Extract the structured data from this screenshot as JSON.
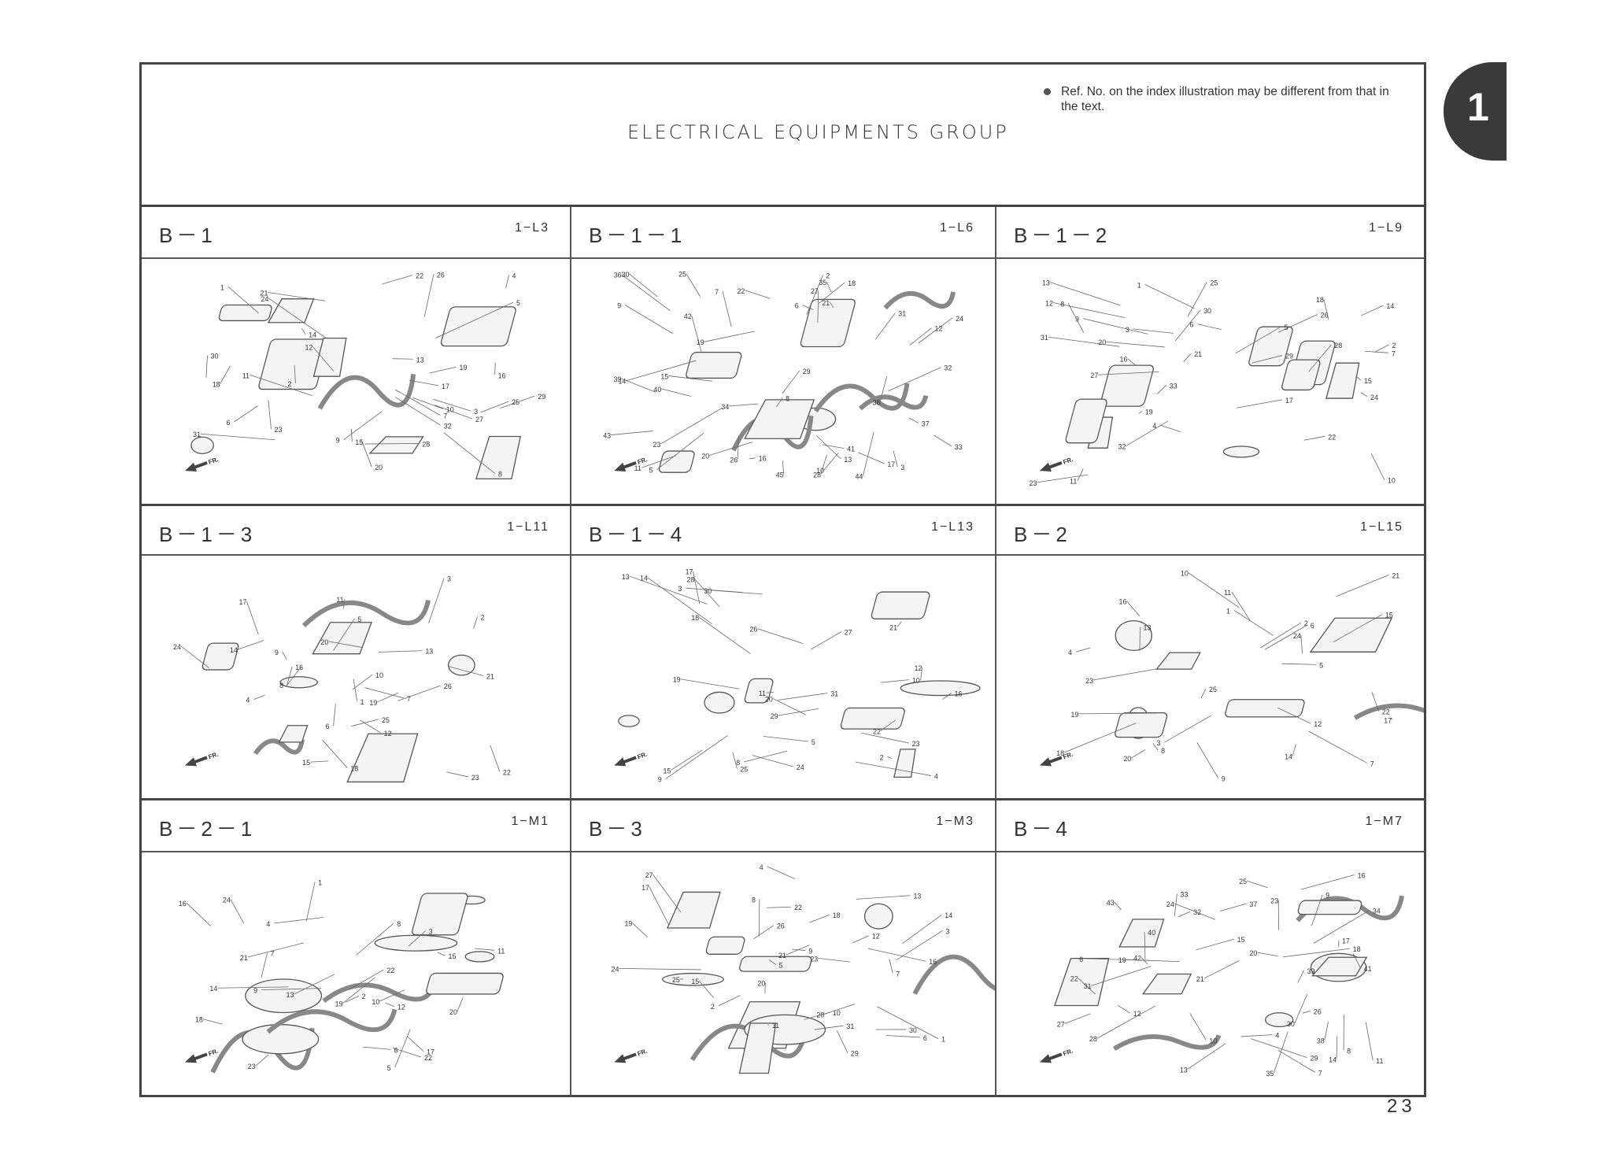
{
  "header": {
    "title": "ELECTRICAL EQUIPMENTS GROUP",
    "note": "Ref. No. on the index illustration may be different from that in the text."
  },
  "section_tab": "1",
  "page_number": "23",
  "front_marker": "FR.",
  "panels": [
    {
      "code": "B－1",
      "ref": "1−L3",
      "callouts": [
        "25",
        "22",
        "21",
        "10",
        "18",
        "24",
        "19",
        "20",
        "28",
        "12",
        "2",
        "16",
        "27",
        "7",
        "11",
        "15",
        "6",
        "5",
        "26",
        "8",
        "9",
        "3",
        "23",
        "31",
        "1",
        "13",
        "30",
        "29",
        "14",
        "4",
        "17",
        "32"
      ]
    },
    {
      "code": "B－1－1",
      "ref": "1−L6",
      "callouts": [
        "5",
        "36",
        "2",
        "13",
        "14",
        "40",
        "33",
        "32",
        "34",
        "22",
        "9",
        "8",
        "25",
        "44",
        "43",
        "3",
        "42",
        "15",
        "6",
        "24",
        "7",
        "18",
        "19",
        "17",
        "10",
        "16",
        "12",
        "21",
        "31",
        "39",
        "30",
        "38",
        "45",
        "20",
        "29",
        "28",
        "35",
        "27",
        "41",
        "26",
        "23",
        "11",
        "37"
      ]
    },
    {
      "code": "B－1－2",
      "ref": "1−L9",
      "callouts": [
        "3",
        "27",
        "2",
        "16",
        "23",
        "24",
        "11",
        "25",
        "14",
        "20",
        "10",
        "21",
        "22",
        "18",
        "17",
        "19",
        "32",
        "12",
        "31",
        "29",
        "28",
        "1",
        "30",
        "33",
        "6",
        "15",
        "13",
        "26",
        "4",
        "9",
        "5",
        "8",
        "7"
      ]
    },
    {
      "code": "B－1－3",
      "ref": "1−L11",
      "callouts": [
        "22",
        "26",
        "8",
        "12",
        "24",
        "21",
        "15",
        "18",
        "20",
        "25",
        "1",
        "9",
        "10",
        "6",
        "23",
        "7",
        "19",
        "16",
        "14",
        "4",
        "17",
        "11",
        "3",
        "13",
        "2",
        "5"
      ]
    },
    {
      "code": "B－1－4",
      "ref": "1−L13",
      "callouts": [
        "13",
        "15",
        "19",
        "27",
        "31",
        "2",
        "9",
        "22",
        "11",
        "12",
        "23",
        "24",
        "14",
        "30",
        "26",
        "28",
        "8",
        "25",
        "5",
        "20",
        "21",
        "29",
        "10",
        "16",
        "17",
        "4",
        "18",
        "3"
      ]
    },
    {
      "code": "B－2",
      "ref": "1−L15",
      "callouts": [
        "17",
        "23",
        "16",
        "8",
        "14",
        "15",
        "9",
        "19",
        "3",
        "5",
        "2",
        "24",
        "25",
        "7",
        "10",
        "22",
        "21",
        "6",
        "11",
        "20",
        "4",
        "1",
        "18",
        "12",
        "13"
      ]
    },
    {
      "code": "B－2－1",
      "ref": "1−M1",
      "callouts": [
        "8",
        "18",
        "19",
        "22",
        "17",
        "14",
        "15",
        "20",
        "13",
        "24",
        "22",
        "1",
        "21",
        "2",
        "3",
        "9",
        "11",
        "10",
        "5",
        "16",
        "7",
        "6",
        "4",
        "23",
        "12"
      ]
    },
    {
      "code": "B－3",
      "ref": "1−M3",
      "callouts": [
        "22",
        "2",
        "20",
        "17",
        "19",
        "18",
        "23",
        "21",
        "14",
        "15",
        "16",
        "29",
        "11",
        "10",
        "25",
        "9",
        "24",
        "7",
        "6",
        "8",
        "13",
        "12",
        "27",
        "31",
        "26",
        "5",
        "28",
        "4",
        "30",
        "3",
        "1"
      ]
    },
    {
      "code": "B－4",
      "ref": "1−M7",
      "callouts": [
        "37",
        "35",
        "19",
        "22",
        "20",
        "21",
        "42",
        "23",
        "18",
        "32",
        "31",
        "17",
        "34",
        "13",
        "30",
        "27",
        "26",
        "29",
        "43",
        "25",
        "24",
        "4",
        "6",
        "8",
        "7",
        "9",
        "15",
        "16",
        "41",
        "14",
        "40",
        "38",
        "11",
        "33",
        "39",
        "12",
        "10",
        "28"
      ]
    }
  ]
}
